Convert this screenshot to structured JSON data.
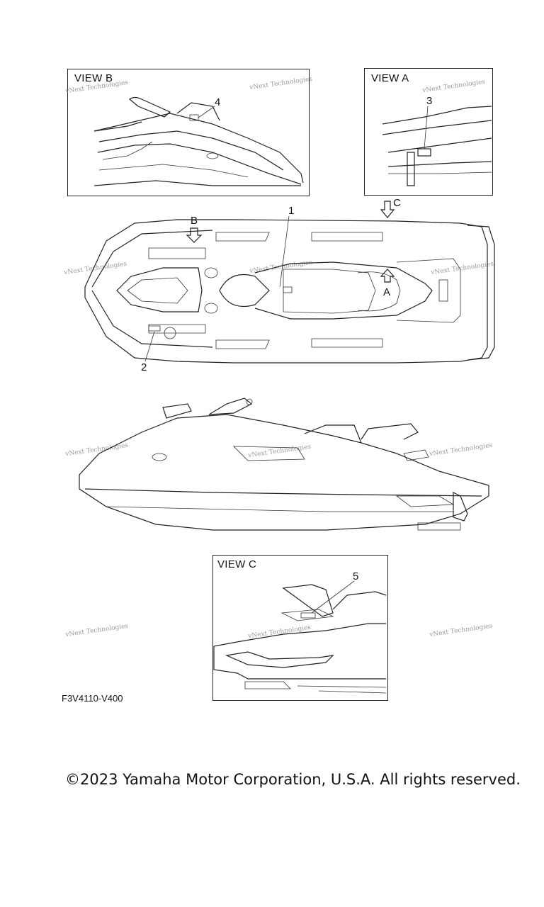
{
  "views": {
    "view_b": {
      "label": "VIEW B",
      "callout": "4"
    },
    "view_a": {
      "label": "VIEW A",
      "callout": "3"
    },
    "view_c": {
      "label": "VIEW C",
      "callout": "5"
    }
  },
  "top_view": {
    "callouts": {
      "one": "1",
      "two": "2"
    },
    "arrows": {
      "b": "B",
      "c": "C",
      "a": "A"
    }
  },
  "watermark": "vNext Technologies",
  "part_code": "F3V4110-V400",
  "copyright": "©2023 Yamaha Motor Corporation, U.S.A. All rights reserved."
}
